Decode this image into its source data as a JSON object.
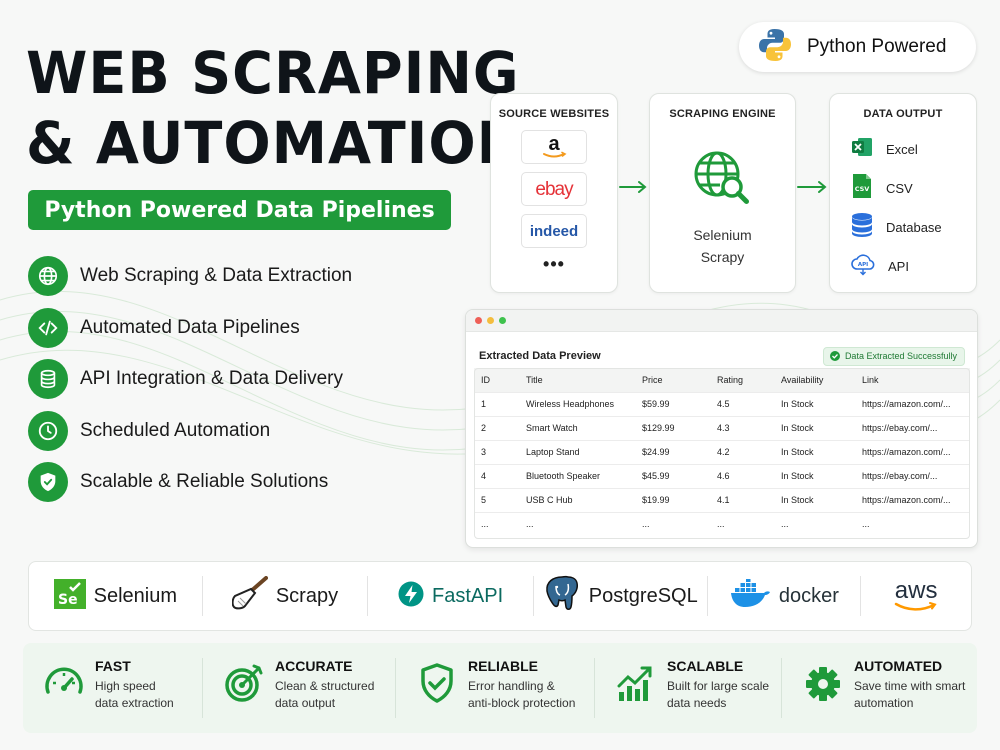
{
  "title": {
    "line1": "WEB SCRAPING",
    "line2": "& AUTOMATION",
    "subtitle": "Python Powered Data Pipelines"
  },
  "badge": {
    "label": "Python Powered",
    "icon": "python-logo-icon"
  },
  "features": [
    {
      "label": "Web Scraping & Data Extraction",
      "icon": "globe-icon"
    },
    {
      "label": "Automated Data Pipelines",
      "icon": "code-icon"
    },
    {
      "label": "API Integration & Data Delivery",
      "icon": "database-icon"
    },
    {
      "label": "Scheduled Automation",
      "icon": "clock-icon"
    },
    {
      "label": "Scalable & Reliable Solutions",
      "icon": "shield-check-icon"
    }
  ],
  "pipeline": {
    "source": {
      "title": "SOURCE WEBSITES",
      "logos": [
        "a",
        "ebay",
        "indeed"
      ],
      "more": "•••"
    },
    "engine": {
      "title": "SCRAPING ENGINE",
      "line1": "Selenium",
      "line2": "Scrapy"
    },
    "output": {
      "title": "DATA OUTPUT",
      "items": [
        {
          "label": "Excel",
          "icon": "excel-icon"
        },
        {
          "label": "CSV",
          "icon": "csv-icon"
        },
        {
          "label": "Database",
          "icon": "database-icon"
        },
        {
          "label": "API",
          "icon": "api-cloud-icon"
        }
      ]
    }
  },
  "preview": {
    "title": "Extracted Data Preview",
    "status": "Data Extracted Successfully",
    "columns": [
      "ID",
      "Title",
      "Price",
      "Rating",
      "Availability",
      "Link"
    ],
    "rows": [
      [
        "1",
        "Wireless Headphones",
        "$59.99",
        "4.5",
        "In Stock",
        "https://amazon.com/..."
      ],
      [
        "2",
        "Smart Watch",
        "$129.99",
        "4.3",
        "In Stock",
        "https://ebay.com/..."
      ],
      [
        "3",
        "Laptop Stand",
        "$24.99",
        "4.2",
        "In Stock",
        "https://amazon.com/..."
      ],
      [
        "4",
        "Bluetooth Speaker",
        "$45.99",
        "4.6",
        "In Stock",
        "https://ebay.com/..."
      ],
      [
        "5",
        "USB C Hub",
        "$19.99",
        "4.1",
        "In Stock",
        "https://amazon.com/..."
      ],
      [
        "...",
        "...",
        "...",
        "...",
        "...",
        "..."
      ]
    ]
  },
  "tech": [
    {
      "label": "Selenium",
      "icon": "selenium-logo-icon"
    },
    {
      "label": "Scrapy",
      "icon": "scrapy-spatula-icon"
    },
    {
      "label": "FastAPI",
      "icon": "fastapi-bolt-icon"
    },
    {
      "label": "PostgreSQL",
      "icon": "postgresql-elephant-icon"
    },
    {
      "label": "docker",
      "icon": "docker-whale-icon"
    },
    {
      "label": "aws",
      "icon": "aws-smile-icon"
    }
  ],
  "benefits": [
    {
      "title": "FAST",
      "desc": "High speed\ndata extraction",
      "icon": "speedometer-icon"
    },
    {
      "title": "ACCURATE",
      "desc": "Clean & structured\ndata output",
      "icon": "target-icon"
    },
    {
      "title": "RELIABLE",
      "desc": "Error handling &\nanti-block protection",
      "icon": "shield-check-icon"
    },
    {
      "title": "SCALABLE",
      "desc": "Built for large scale\ndata needs",
      "icon": "growth-chart-icon"
    },
    {
      "title": "AUTOMATED",
      "desc": "Save time with smart\nautomation",
      "icon": "gear-icon"
    }
  ],
  "colors": {
    "brand_green": "#1f9a3a",
    "dark_text": "#0f1419",
    "page_bg": "#f7f8f7"
  }
}
